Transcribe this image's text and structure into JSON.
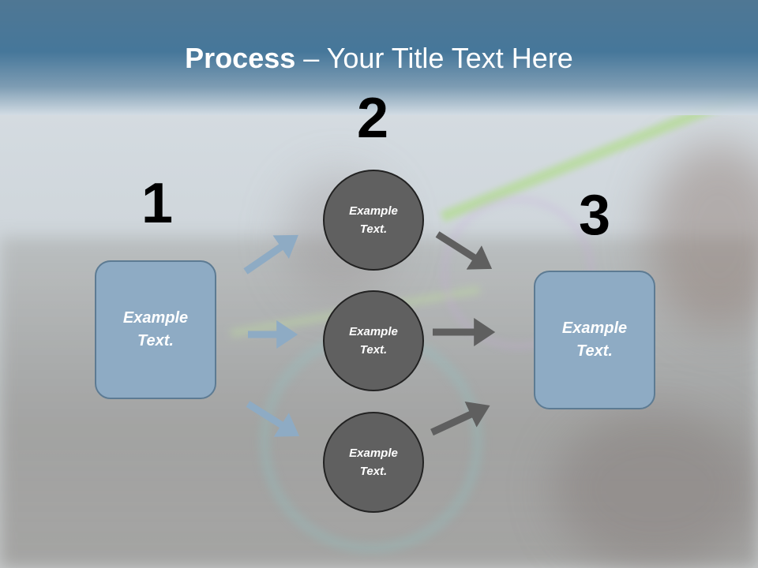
{
  "slide": {
    "title_bold": "Process",
    "title_rest": " – Your Title Text Here"
  },
  "steps": {
    "one": "1",
    "two": "2",
    "three": "3"
  },
  "shapes": {
    "left_box": "Example Text.",
    "circle_top": "Example Text.",
    "circle_middle": "Example Text.",
    "circle_bottom": "Example Text.",
    "right_box": "Example Text."
  },
  "colors": {
    "header": "#46779a",
    "box_fill": "#8eabc4",
    "circle_fill": "#606060",
    "arrow_light": "#8eabc4",
    "arrow_dark": "#5f5f5f"
  }
}
